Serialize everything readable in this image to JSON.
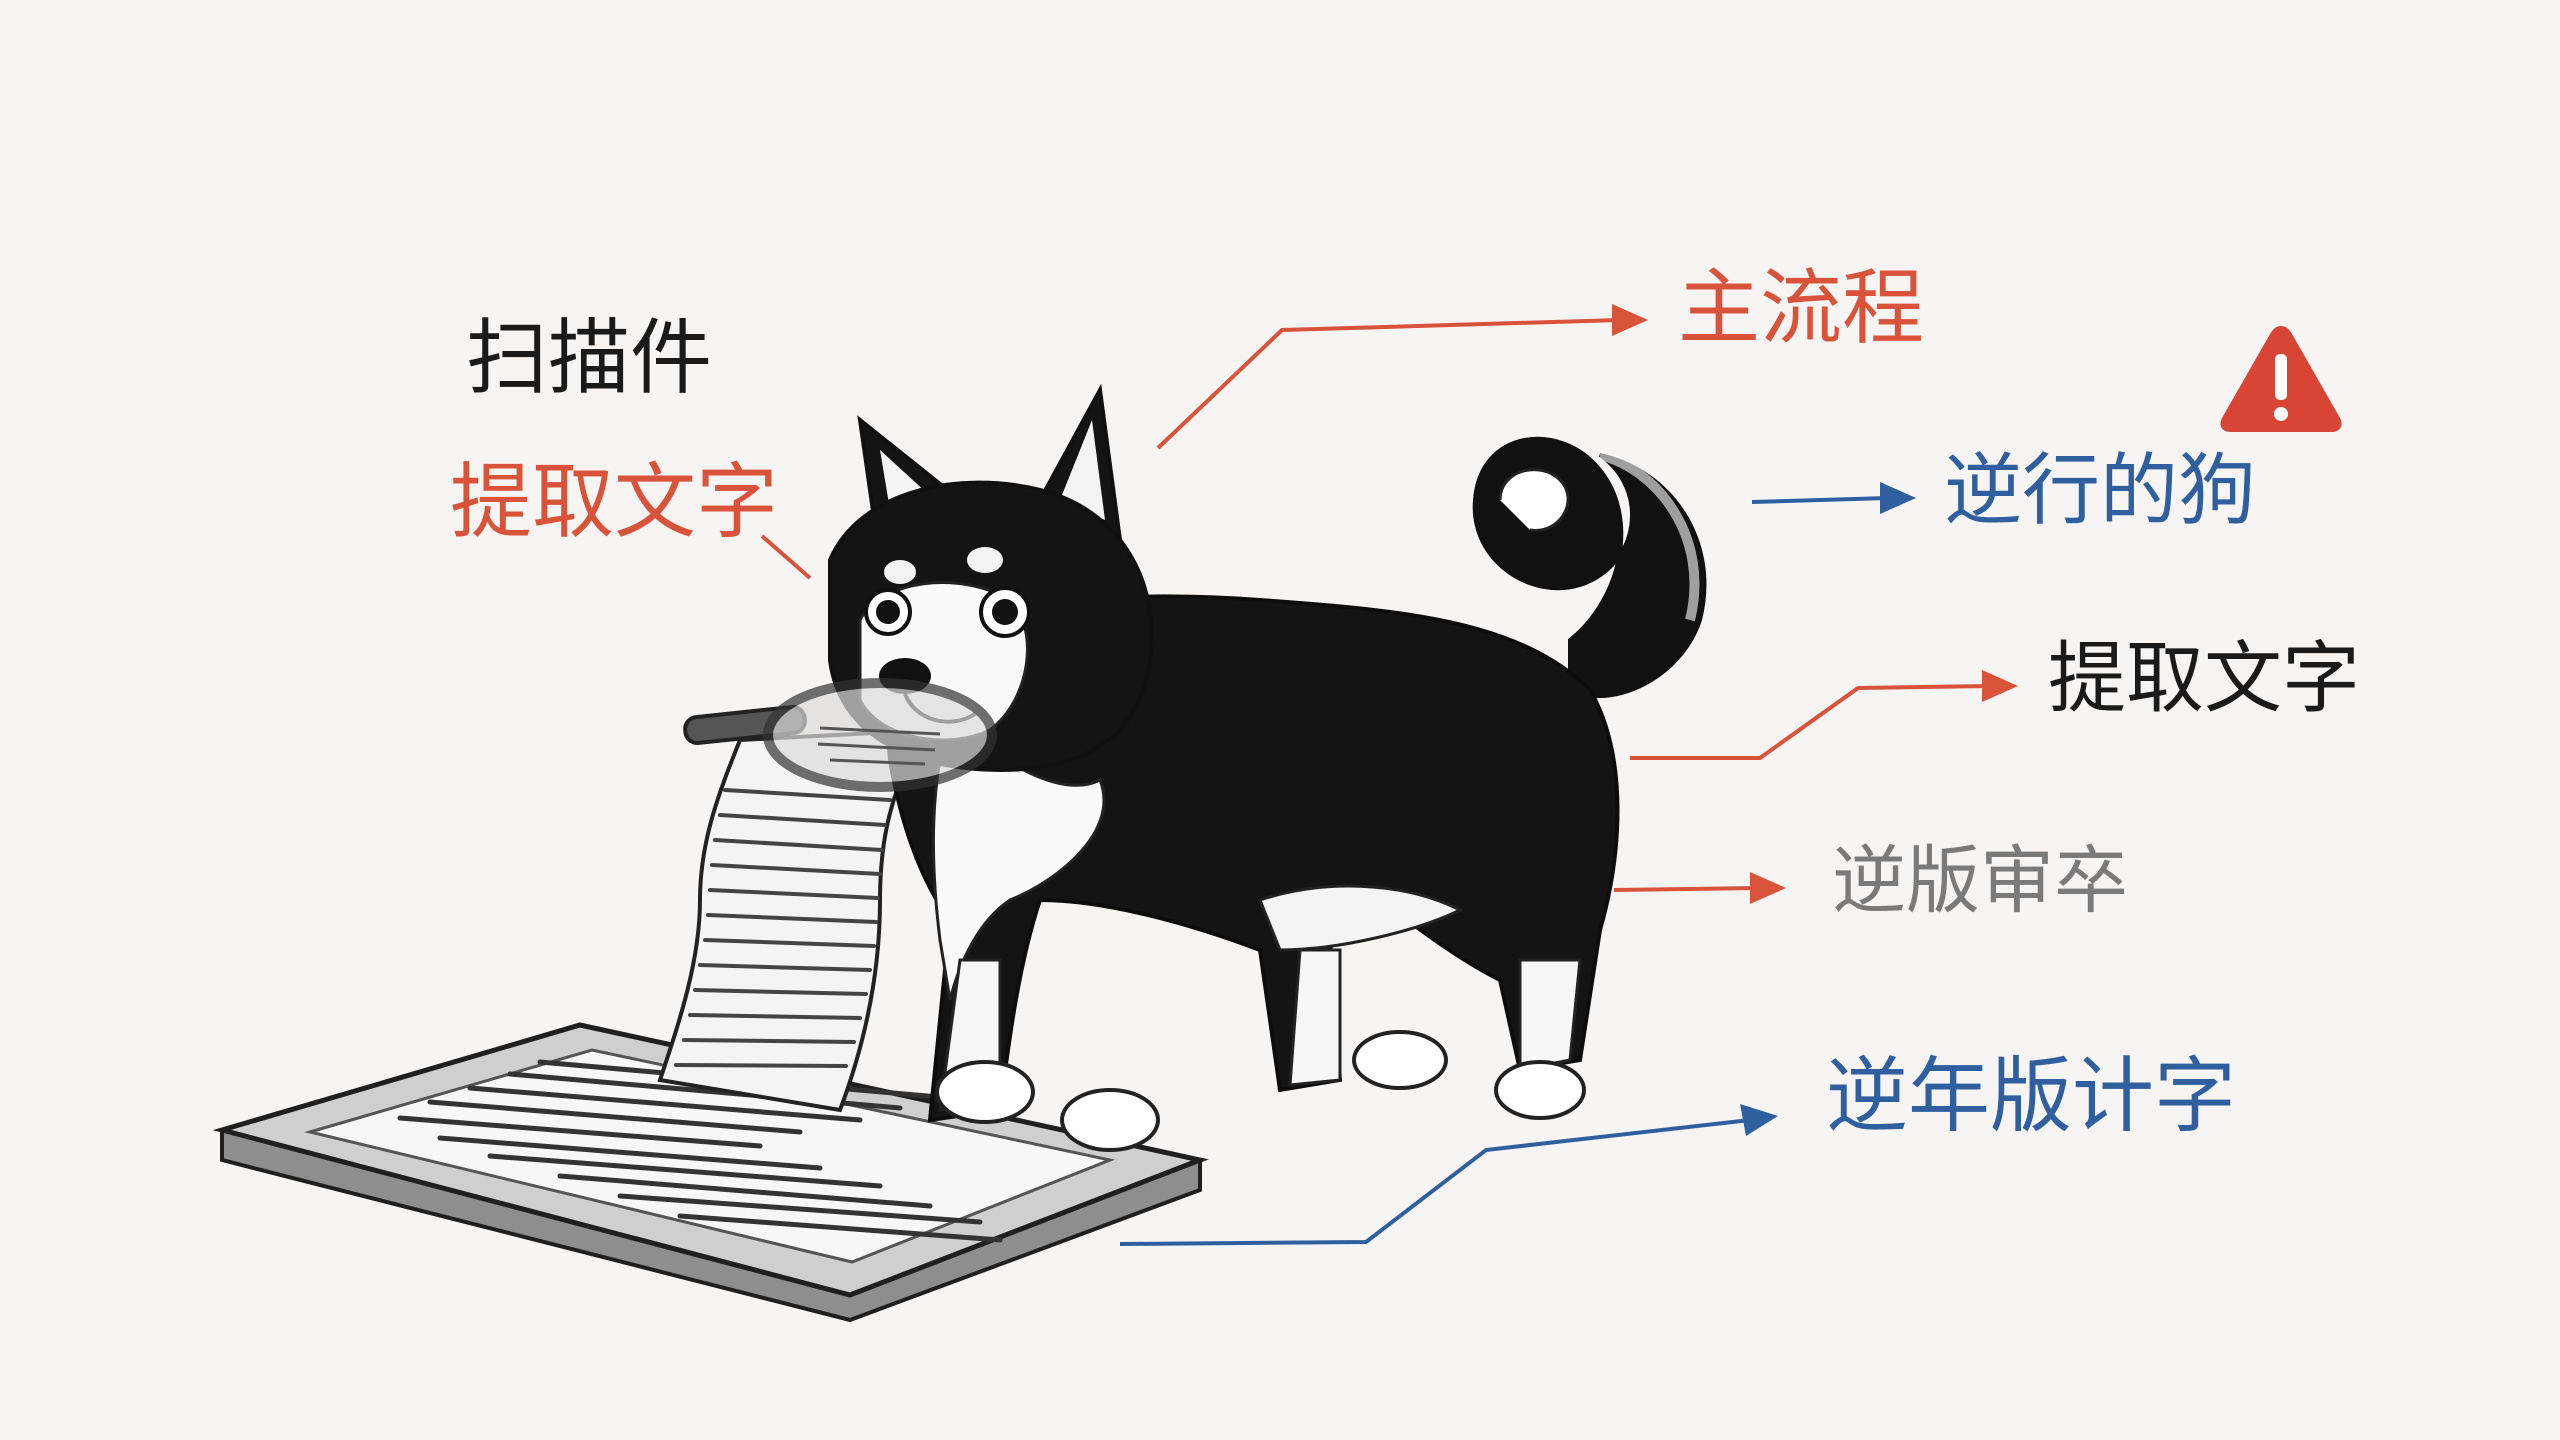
{
  "labels": {
    "scan": "扫描件",
    "extract_left": "提取文字",
    "main_flow": "主流程",
    "reverse_dog": "逆行的狗",
    "extract_right": "提取文字",
    "review": "逆版审卒",
    "year_version": "逆年版计字"
  },
  "colors": {
    "red_accent": "#d9533a",
    "blue_accent": "#2f5f9e",
    "black_text": "#1a1a1a",
    "gray_text": "#7a7a7a",
    "warning": "#d94535"
  },
  "icons": {
    "warning": "warning-triangle-icon"
  }
}
